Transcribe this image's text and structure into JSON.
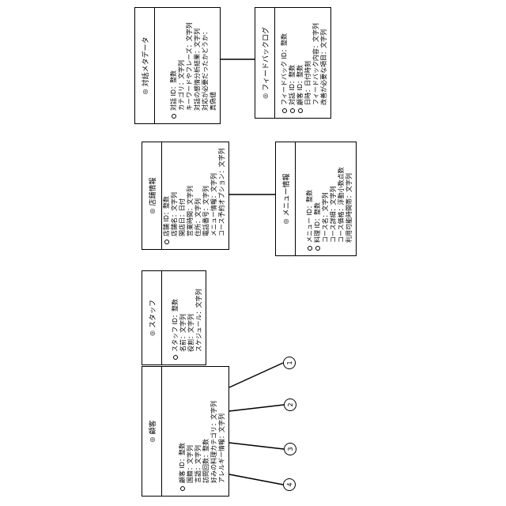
{
  "entities": {
    "customer": {
      "title": "顧客",
      "attributes": [
        {
          "text": "顧客 ID：整数",
          "key": true
        },
        {
          "text": "国籍：文字列",
          "key": false
        },
        {
          "text": "言語：文字列",
          "key": false
        },
        {
          "text": "訪問回数：整数",
          "key": false
        },
        {
          "text": "好みの料理カテゴリ：文字列",
          "key": false
        },
        {
          "text": "アレルギー情報：文字列",
          "key": false
        }
      ]
    },
    "staff": {
      "title": "スタッフ",
      "attributes": [
        {
          "text": "スタッフ ID：整数",
          "key": true
        },
        {
          "text": "名前：文字列",
          "key": false
        },
        {
          "text": "役割：文字列",
          "key": false
        },
        {
          "text": "スケジュール：文字列",
          "key": false
        }
      ]
    },
    "store": {
      "title": "店舗情報",
      "attributes": [
        {
          "text": "店舗 ID：整数",
          "key": true
        },
        {
          "text": "店舗名：文字列",
          "key": false
        },
        {
          "text": "開店日：日付",
          "key": false
        },
        {
          "text": "営業時間：文字列",
          "key": false
        },
        {
          "text": "住所：文字列",
          "key": false
        },
        {
          "text": "電話番号：文字列",
          "key": false
        },
        {
          "text": "メニュー情報：文字列",
          "key": false
        },
        {
          "text": "コース予約オプション：文字列",
          "key": false
        }
      ]
    },
    "menu": {
      "title": "メニュー情報",
      "attributes": [
        {
          "text": "メニュー ID：整数",
          "key": true
        },
        {
          "text": "料理 ID：整数",
          "key": true
        },
        {
          "text": "コース名：文字列",
          "key": false
        },
        {
          "text": "コース詳細：文字列",
          "key": false
        },
        {
          "text": "コース価格：浮動小数点数",
          "key": false
        },
        {
          "text": "利用可能時間帯：文字列",
          "key": false
        }
      ]
    },
    "conversation": {
      "title": "対話メタデータ",
      "attributes": [
        {
          "text": "対話 ID：整数",
          "key": true
        },
        {
          "text": "カテゴリ：文字列",
          "key": false
        },
        {
          "text": "キーワードやフレーズ：文字列",
          "key": false
        },
        {
          "text": "対話の感情分析結果：文字列",
          "key": false
        },
        {
          "text": "対応が必要だったかどうか：",
          "key": false
        },
        {
          "text": "真偽値",
          "key": false
        }
      ]
    },
    "feedback": {
      "title": "フィードバックログ",
      "attributes": [
        {
          "text": "フィードバック ID：整数",
          "key": true
        },
        {
          "text": "対話 ID：整数",
          "key": true
        },
        {
          "text": "顧客 ID：整数",
          "key": true
        },
        {
          "text": "日時：日付時刻",
          "key": false
        },
        {
          "text": "フィードバック内容：文字列",
          "key": false
        },
        {
          "text": "改善が必要な項目：文字列",
          "key": false
        }
      ]
    }
  },
  "entity_icon": "gear-icon",
  "entity_icon_glyph": "◎",
  "markers": [
    "1",
    "2",
    "3",
    "4"
  ]
}
